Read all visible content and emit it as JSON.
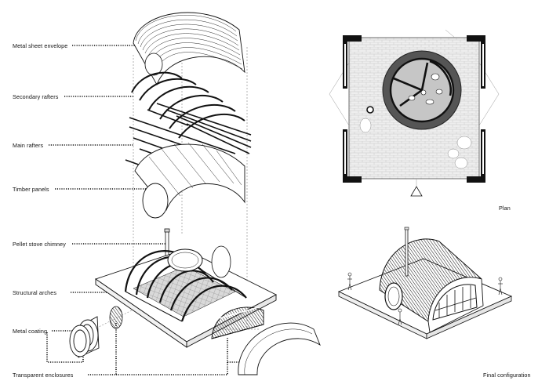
{
  "labels": {
    "metal_sheet_envelope": "Metal sheet envelope",
    "secondary_rafters": "Secondary rafters",
    "main_rafters": "Main rafters",
    "timber_panels": "Timber panels",
    "pellet_stove_chimney": "Pellet stove chimney",
    "structural_arches": "Structural arches",
    "metal_coating": "Metal coating",
    "transparent_enclosures": "Transparent enclosures"
  },
  "captions": {
    "plan": "Plan",
    "final_configuration": "Final configuration"
  }
}
